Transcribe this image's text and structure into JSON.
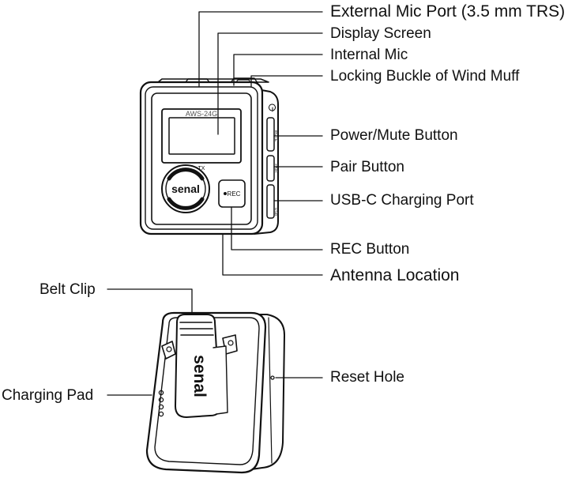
{
  "device": {
    "model_text": "AWS-24G",
    "tx_text": "TX",
    "brand_text": "senal",
    "rec_button_text": "REC",
    "side_labels": {
      "power": "MUTE",
      "pair": "PAIR",
      "usb": "USB"
    }
  },
  "labels": {
    "external_mic_port": "External Mic Port (3.5 mm TRS)",
    "display_screen": "Display Screen",
    "internal_mic": "Internal Mic",
    "locking_buckle": "Locking Buckle of Wind Muff",
    "power_mute_button": "Power/Mute Button",
    "pair_button": "Pair Button",
    "usb_c_port": "USB-C Charging Port",
    "rec_button": "REC Button",
    "antenna_location": "Antenna Location",
    "belt_clip": "Belt Clip",
    "charging_pad": "Charging Pad",
    "reset_hole": "Reset Hole"
  }
}
